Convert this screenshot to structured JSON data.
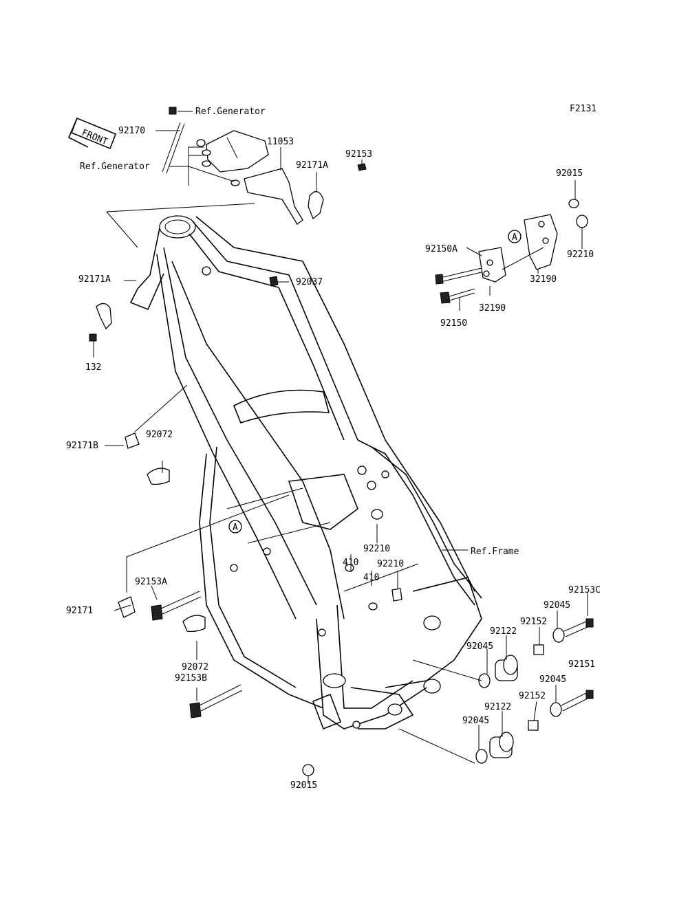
{
  "figure_code": "F2131",
  "front_arrow": "FRONT",
  "ref_generator": "Ref.Generator",
  "ref_frame": "Ref.Frame",
  "view_marker": "A",
  "parts": {
    "p92170": "92170",
    "p11053": "11053",
    "p92171A_top": "92171A",
    "p92153": "92153",
    "p92015_top": "92015",
    "p92150A": "92150A",
    "p92210_right": "92210",
    "p32190_right": "32190",
    "p32190_left": "32190",
    "p92150": "92150",
    "p92037": "92037",
    "p92171A_left": "92171A",
    "p132": "132",
    "p92171B": "92171B",
    "p92072_top": "92072",
    "p92210_a": "92210",
    "p410_a": "410",
    "p92210_b": "92210",
    "p410_b": "410",
    "p92153A": "92153A",
    "p92171": "92171",
    "p92072_bottom": "92072",
    "p92153B": "92153B",
    "p92015_bottom": "92015",
    "p92153C": "92153C",
    "p92045_a": "92045",
    "p92152_a": "92152",
    "p92122_a": "92122",
    "p92045_b": "92045",
    "p92151": "92151",
    "p92045_c": "92045",
    "p92152_b": "92152",
    "p92122_b": "92122",
    "p92045_d": "92045"
  }
}
